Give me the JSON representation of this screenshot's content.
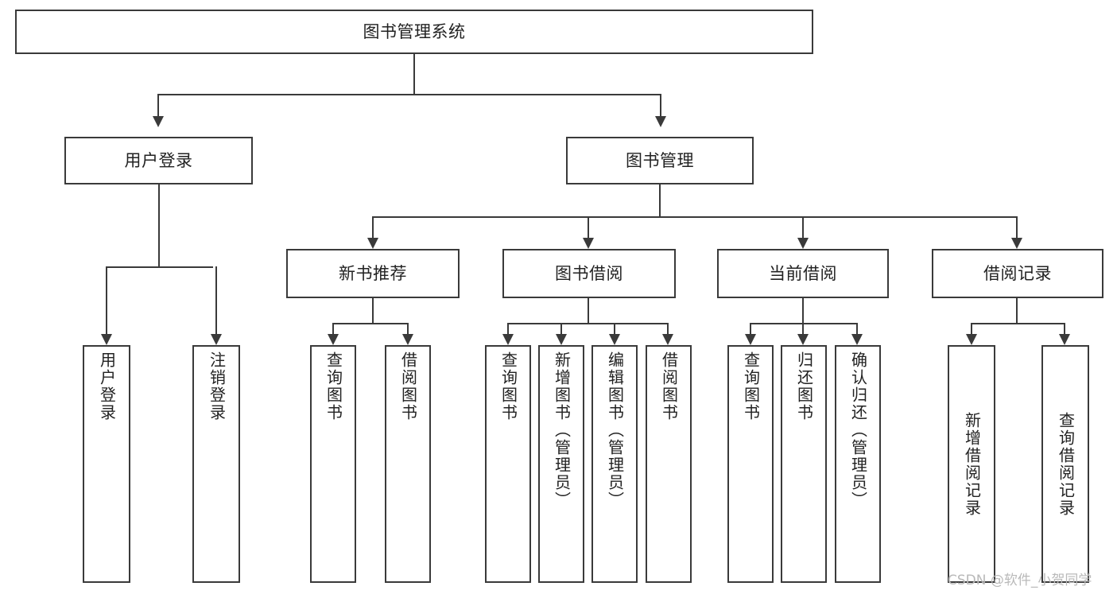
{
  "diagram": {
    "title": "图书管理系统",
    "type": "tree-hierarchy-diagram",
    "root": {
      "label": "图书管理系统"
    },
    "level1": [
      {
        "label": "用户登录"
      },
      {
        "label": "图书管理"
      }
    ],
    "level2": [
      {
        "label": "新书推荐"
      },
      {
        "label": "图书借阅"
      },
      {
        "label": "当前借阅"
      },
      {
        "label": "借阅记录"
      }
    ],
    "leaves": {
      "user_login": [
        {
          "label": "用户登录"
        },
        {
          "label": "注销登录"
        }
      ],
      "new_book_recommend": [
        {
          "label": "查询图书"
        },
        {
          "label": "借阅图书"
        }
      ],
      "book_borrow": [
        {
          "label": "查询图书"
        },
        {
          "label": "新增图书（管理员）"
        },
        {
          "label": "编辑图书（管理员）"
        },
        {
          "label": "借阅图书"
        }
      ],
      "current_borrow": [
        {
          "label": "查询图书"
        },
        {
          "label": "归还图书"
        },
        {
          "label": "确认归还（管理员）"
        }
      ],
      "borrow_record": [
        {
          "label": "新增借阅记录"
        },
        {
          "label": "查询借阅记录"
        }
      ]
    }
  },
  "watermark": {
    "text": "CSDN @软件_小贺同学"
  },
  "colors": {
    "stroke": "#3a3a3a",
    "text": "#222222",
    "background": "#ffffff",
    "watermark": "#b9b9b9"
  }
}
